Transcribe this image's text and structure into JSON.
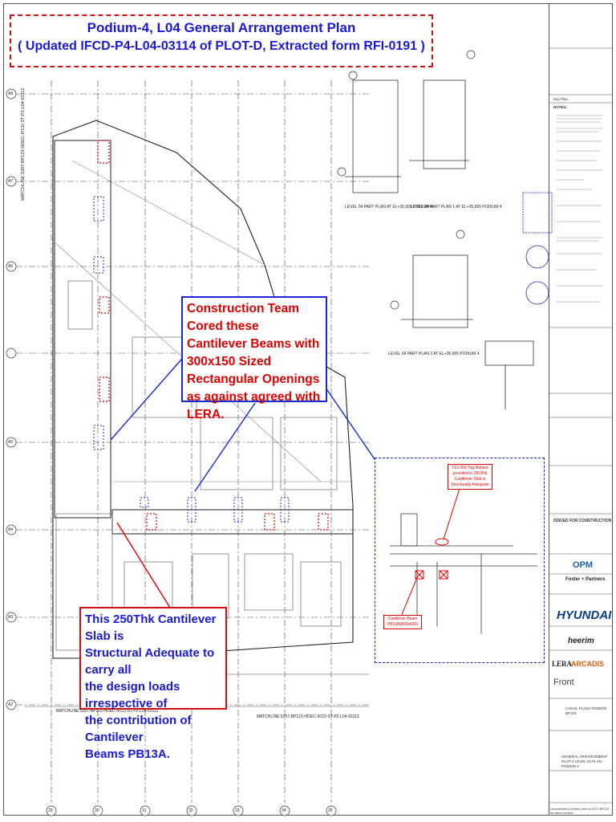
{
  "title": {
    "line1": "Podium-4, L04 General Arrangement Plan",
    "line2": "( Updated IFCD-P4-L04-03114 of PLOT-D, Extracted form RFI-0191 )"
  },
  "callouts": {
    "openings": "Construction Team Cored these Cantilever Beams with 300x150 Sized Rectangular Openings as against agreed with LERA.",
    "slab": [
      "This 250Thk Cantilever Slab is",
      "Structural Adequate to carry all",
      "the design loads irrespective of",
      "the contribution of Cantilever",
      "Beams PB13A."
    ]
  },
  "detail": {
    "note": "T12-200 Top Rebars provided in 250Thk Cantilever Slab is Structurally Adequate",
    "beam_label": "Cantilever Beam PB13A(800x600)"
  },
  "part_plans": [
    "LEVEL 04 PART PLAN AT EL+35,965 PODIUM 4",
    "LEVEL 04 PART PLAN 1 AT EL+35,965 PODIUM 4",
    "LEVEL 04 PART PLAN 2 AT EL+35,965 PODIUM 4"
  ],
  "grid": {
    "rows": [
      "A8",
      "A7",
      "A6",
      "A5",
      "A4",
      "A3",
      "A2"
    ],
    "columns": [
      "29",
      "30",
      "31",
      "32",
      "33",
      "34",
      "35"
    ]
  },
  "matchlines": {
    "left": "MATCHLINE 5207-BP123-HDEC-IFCD-ST-P2-L04-03112",
    "bottom1": "MATCHLINE 5207-BP123-HDEC-IFCD-ST-P2-L04-03112",
    "bottom2": "MATCHLINE 5207-BP123-HDEC-IFCD-ST-P2-L04-03113"
  },
  "title_block": {
    "key_plan": "Key Plan",
    "notes": "NOTES:",
    "issued": "ISSUED FOR CONSTRUCTION",
    "project": "LUSAIL PLAZA TOWERS BP123",
    "drawing_title": "GENERAL ARRANGEMENT PLOT-4 LEVEL 04 PLAN - PODIUM 4",
    "footer": "Uncontrolled if printed, refer to 5207-BP123 for latest revision"
  },
  "logos": {
    "opm": "OPM",
    "foster": "Foster + Partners",
    "hyundai": "HYUNDAI",
    "heerim": "heerim",
    "lera": "LERA",
    "arcadis": "ARCADIS",
    "front": "Front"
  },
  "colors": {
    "accent_blue": "#1a2ad0",
    "alert_red": "#e00000"
  }
}
